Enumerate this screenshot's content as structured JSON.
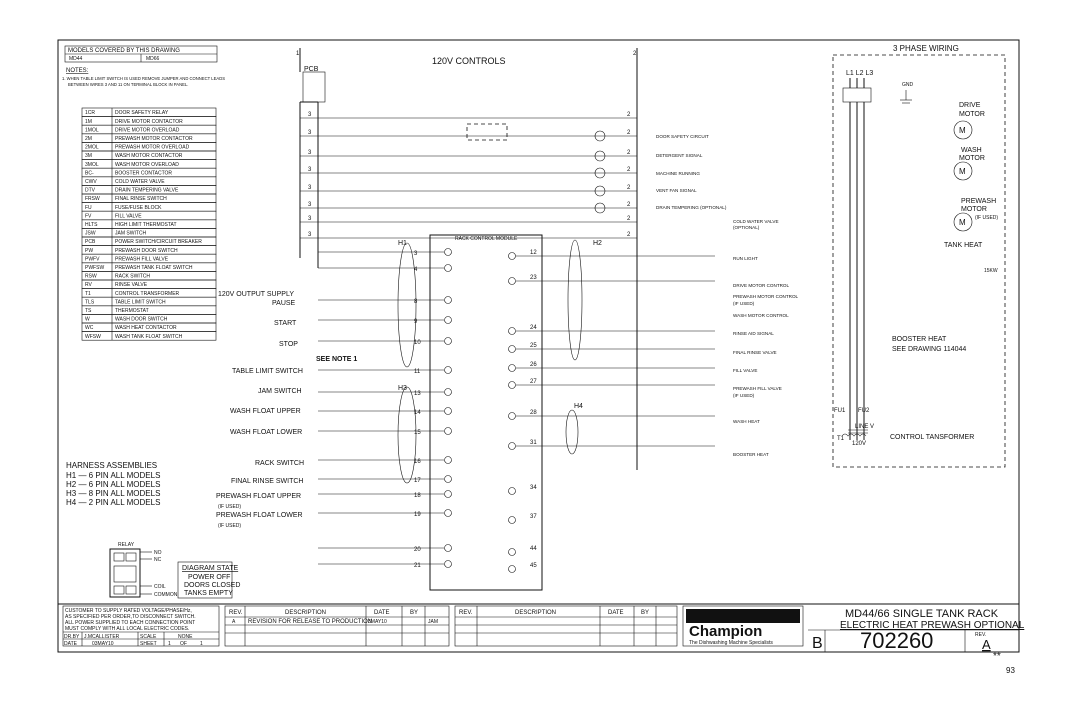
{
  "models_header": "MODELS COVERED BY THIS DRAWING",
  "models": [
    "MD44",
    "MD66"
  ],
  "notes_title": "NOTES:",
  "note_1a": "1. WHEN TABLE LIMIT SWITCH IS USED REMOVE JUMPER AND CONNECT LEADS",
  "note_1b": "BETWEEN WIRES 3 AND 11 ON TERMINAL BLOCK IN PANEL.",
  "legend": [
    {
      "code": "1CR",
      "desc": "DOOR SAFETY RELAY"
    },
    {
      "code": "1M",
      "desc": "DRIVE MOTOR CONTACTOR"
    },
    {
      "code": "1MOL",
      "desc": "DRIVE MOTOR OVERLOAD"
    },
    {
      "code": "2M",
      "desc": "PREWASH MOTOR CONTACTOR"
    },
    {
      "code": "2MOL",
      "desc": "PREWASH MOTOR OVERLOAD"
    },
    {
      "code": "3M",
      "desc": "WASH MOTOR CONTACTOR"
    },
    {
      "code": "3MOL",
      "desc": "WASH MOTOR OVERLOAD"
    },
    {
      "code": "BC-",
      "desc": "BOOSTER CONTACTOR"
    },
    {
      "code": "CWV",
      "desc": "COLD WATER VALVE"
    },
    {
      "code": "DTV",
      "desc": "DRAIN TEMPERING VALVE"
    },
    {
      "code": "FRSW",
      "desc": "FINAL RINSE SWITCH"
    },
    {
      "code": "FU",
      "desc": "FUSE/FUSE BLOCK"
    },
    {
      "code": "FV",
      "desc": "FILL VALVE"
    },
    {
      "code": "HLTS",
      "desc": "HIGH LIMIT THERMOSTAT"
    },
    {
      "code": "JSW",
      "desc": "JAM SWITCH"
    },
    {
      "code": "PCB",
      "desc": "POWER SWITCH/CIRCUIT BREAKER"
    },
    {
      "code": "PW",
      "desc": "PREWASH DOOR SWITCH"
    },
    {
      "code": "PWFV",
      "desc": "PREWASH FILL VALVE"
    },
    {
      "code": "PWFSW",
      "desc": "PREWASH TANK FLOAT SWITCH"
    },
    {
      "code": "RSW",
      "desc": "RACK SWITCH"
    },
    {
      "code": "RV",
      "desc": "RINSE VALVE"
    },
    {
      "code": "T1",
      "desc": "CONTROL TRANSFORMER"
    },
    {
      "code": "TLS",
      "desc": "TABLE LIMIT SWITCH"
    },
    {
      "code": "TS",
      "desc": "THERMOSTAT"
    },
    {
      "code": "W",
      "desc": "WASH DOOR SWITCH"
    },
    {
      "code": "WC",
      "desc": "WASH HEAT CONTACTOR"
    },
    {
      "code": "WFSW",
      "desc": "WASH TANK FLOAT SWITCH"
    }
  ],
  "harness_title": "HARNESS ASSEMBLIES",
  "harness": [
    "H1 — 6 PIN ALL MODELS",
    "H2 — 6 PIN ALL MODELS",
    "H3 — 8 PIN ALL MODELS",
    "H4 — 2 PIN ALL MODELS"
  ],
  "controls_title": "120V CONTROLS",
  "pcb": "PCB",
  "rack_module": "RACK CONTROL MODULE",
  "see_note": "SEE NOTE 1",
  "left_labels": {
    "output_supply": "120V OUTPUT SUPPLY",
    "pause": "PAUSE",
    "start": "START",
    "stop": "STOP",
    "table_limit": "TABLE LIMIT SWITCH",
    "jam": "JAM SWITCH",
    "wash_upper": "WASH FLOAT UPPER",
    "wash_lower": "WASH FLOAT LOWER",
    "rack": "RACK SWITCH",
    "final_rinse": "FINAL RINSE SWITCH",
    "prewash_upper": "PREWASH FLOAT UPPER",
    "prewash_lower": "PREWASH FLOAT LOWER",
    "if_used": "(IF USED)"
  },
  "circuit_labels": [
    "DOOR SAFETY CIRCUIT",
    "DETERGENT SIGNAL",
    "MACHINE RUNNING",
    "VENT FAN SIGNAL",
    "DRAIN TEMPERING (OPTIONAL)",
    "COLD WATER VALVE",
    "(OPTIONAL)",
    "RUN LIGHT",
    "DRIVE MOTOR CONTROL",
    "PREWASH MOTOR CONTROL",
    "(IF USED)",
    "WASH MOTOR CONTROL",
    "RINSE AID SIGNAL",
    "FINAL RINSE VALVE",
    "FILL VALVE",
    "PREWASH FILL VALVE",
    "(IF USED)",
    "WASH HEAT",
    "BOOSTER HEAT"
  ],
  "three_phase": {
    "title": "3 PHASE WIRING",
    "lines": "L1 L2 L3",
    "gnd": "GND",
    "drive": "DRIVE",
    "drive2": "MOTOR",
    "wash": "WASH",
    "wash2": "MOTOR",
    "prewash": "PREWASH",
    "prewash2": "MOTOR",
    "prewash3": "(IF USED)",
    "tank_heat": "TANK HEAT",
    "kw": "15KW",
    "booster1": "BOOSTER HEAT",
    "booster2": "SEE DRAWING 114044",
    "ct": "CONTROL TANSFORMER",
    "line_v": "LINE V",
    "v120": "120V",
    "fu1": "FU1",
    "fu2": "FU2"
  },
  "relay": {
    "title": "RELAY",
    "no": "NO",
    "nc": "NC",
    "coil": "COIL",
    "common": "COMMON"
  },
  "diagram_state": [
    "DIAGRAM STATE",
    "POWER OFF",
    "DOORS CLOSED",
    "TANKS EMPTY"
  ],
  "customer_note": [
    "CUSTOMER TO SUPPLY RATED VOLTAGE/PHASE/Hz,",
    "AS SPECIFIED PER ORDER,TO DISCONNECT SWITCH.",
    "ALL POWER SUPPLIED TO EACH CONNECTION POINT",
    "MUST COMPLY WITH ALL LOCAL ELECTRIC CODES."
  ],
  "titleblock": {
    "dr_by_label": "DR.BY",
    "dr_by": "J.MCALLISTER",
    "scale_label": "SCALE",
    "scale": "NONE",
    "date_label": "DATE",
    "date": "03MAY10",
    "sheet_label": "SHEET",
    "sheet": "1",
    "of": "OF",
    "sheets": "1",
    "rev": "REV.",
    "description": "DESCRIPTION",
    "date_h": "DATE",
    "by": "BY",
    "rev_a": "A",
    "rev_desc": "REVISION FOR RELEASE TO PRODUCTION",
    "rev_date": "3MAY10",
    "rev_by": "JAM",
    "brand": "Champion",
    "tagline": "The Dishwashing Machine Specialists",
    "title1": "MD44/66 SINGLE TANK RACK",
    "title2": "ELECTRIC HEAT PREWASH OPTIONAL",
    "size": "B",
    "dwg": "702260",
    "rev_label": "REV.",
    "rev_value": "A",
    "stars": "**"
  },
  "page_number": "93"
}
